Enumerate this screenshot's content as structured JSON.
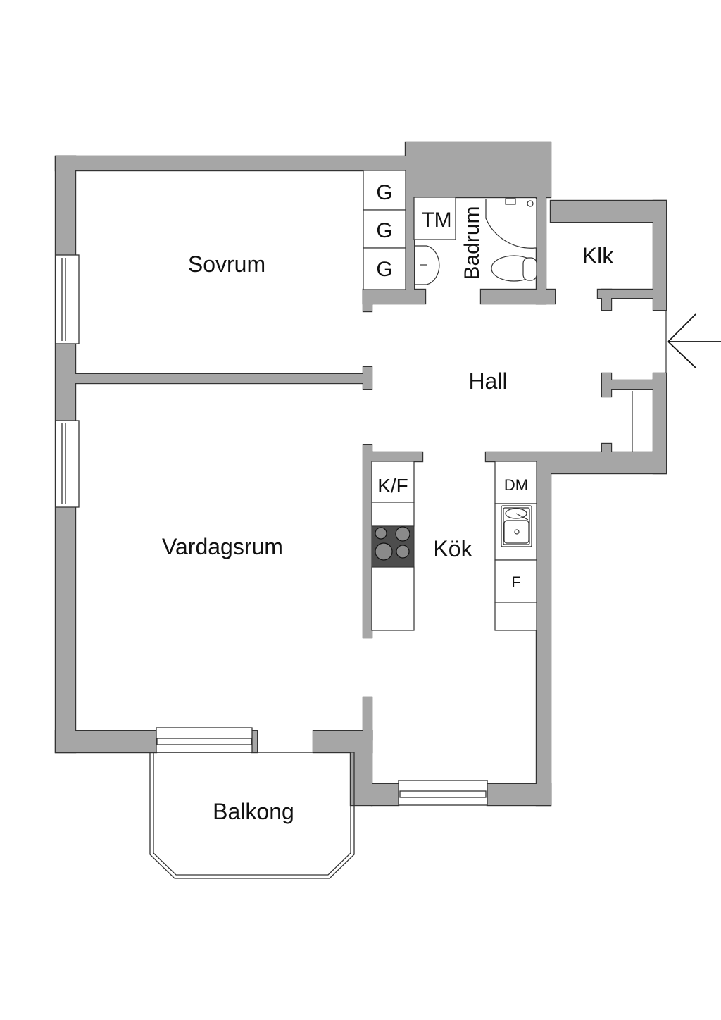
{
  "rooms": {
    "sovrum": "Sovrum",
    "vardagsrum": "Vardagsrum",
    "hall": "Hall",
    "kok": "Kök",
    "klk": "Klk",
    "badrum": "Badrum",
    "balkong": "Balkong"
  },
  "fixtures": {
    "wardrobe_1": "G",
    "wardrobe_2": "G",
    "wardrobe_3": "G",
    "washing_machine": "TM",
    "fridge_freezer": "K/F",
    "dishwasher": "DM",
    "freezer": "F"
  },
  "colors": {
    "wall": "#a6a6a6",
    "outline": "#333333",
    "stove": "#4d4d4d"
  }
}
